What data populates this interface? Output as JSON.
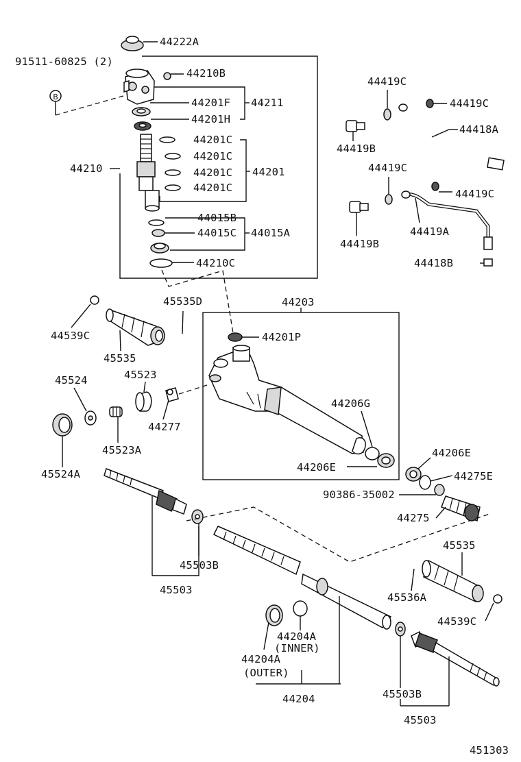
{
  "labels": {
    "l44222A": "44222A",
    "l91511": "91511-60825 (2)",
    "lB": "B",
    "l44210B": "44210B",
    "l44201F": "44201F",
    "l44211": "44211",
    "l44201H": "44201H",
    "l44201C_1": "44201C",
    "l44201C_2": "44201C",
    "l44201C_3": "44201C",
    "l44201C_4": "44201C",
    "l44201": "44201",
    "l44210": "44210",
    "l44015B": "44015B",
    "l44015C": "44015C",
    "l44015A": "44015A",
    "l44210C": "44210C",
    "l44419C_1": "44419C",
    "l44419C_2": "44419C",
    "l44418A": "44418A",
    "l44419B_1": "44419B",
    "l44419C_3": "44419C",
    "l44419C_4": "44419C",
    "l44419A": "44419A",
    "l44419B_2": "44419B",
    "l44418B": "44418B",
    "l44539C_1": "44539C",
    "l45535D": "45535D",
    "l44203": "44203",
    "l44201P": "44201P",
    "l45535_1": "45535",
    "l45524": "45524",
    "l45523": "45523",
    "l44277": "44277",
    "l45523A": "45523A",
    "l44206G": "44206G",
    "l45524A": "45524A",
    "l44206E_1": "44206E",
    "l44206E_2": "44206E",
    "l44275E": "44275E",
    "l90386": "90386-35002",
    "l44275": "44275",
    "l45535_2": "45535",
    "l45503B_1": "45503B",
    "l45503_1": "45503",
    "l45536A": "45536A",
    "l44539C_2": "44539C",
    "l44204A_1": "44204A",
    "lInner": "(INNER)",
    "l44204A_2": "44204A",
    "lOuter": "(OUTER)",
    "l44204": "44204",
    "l45503B_2": "45503B",
    "l45503_2": "45503",
    "lRef": "451303"
  }
}
